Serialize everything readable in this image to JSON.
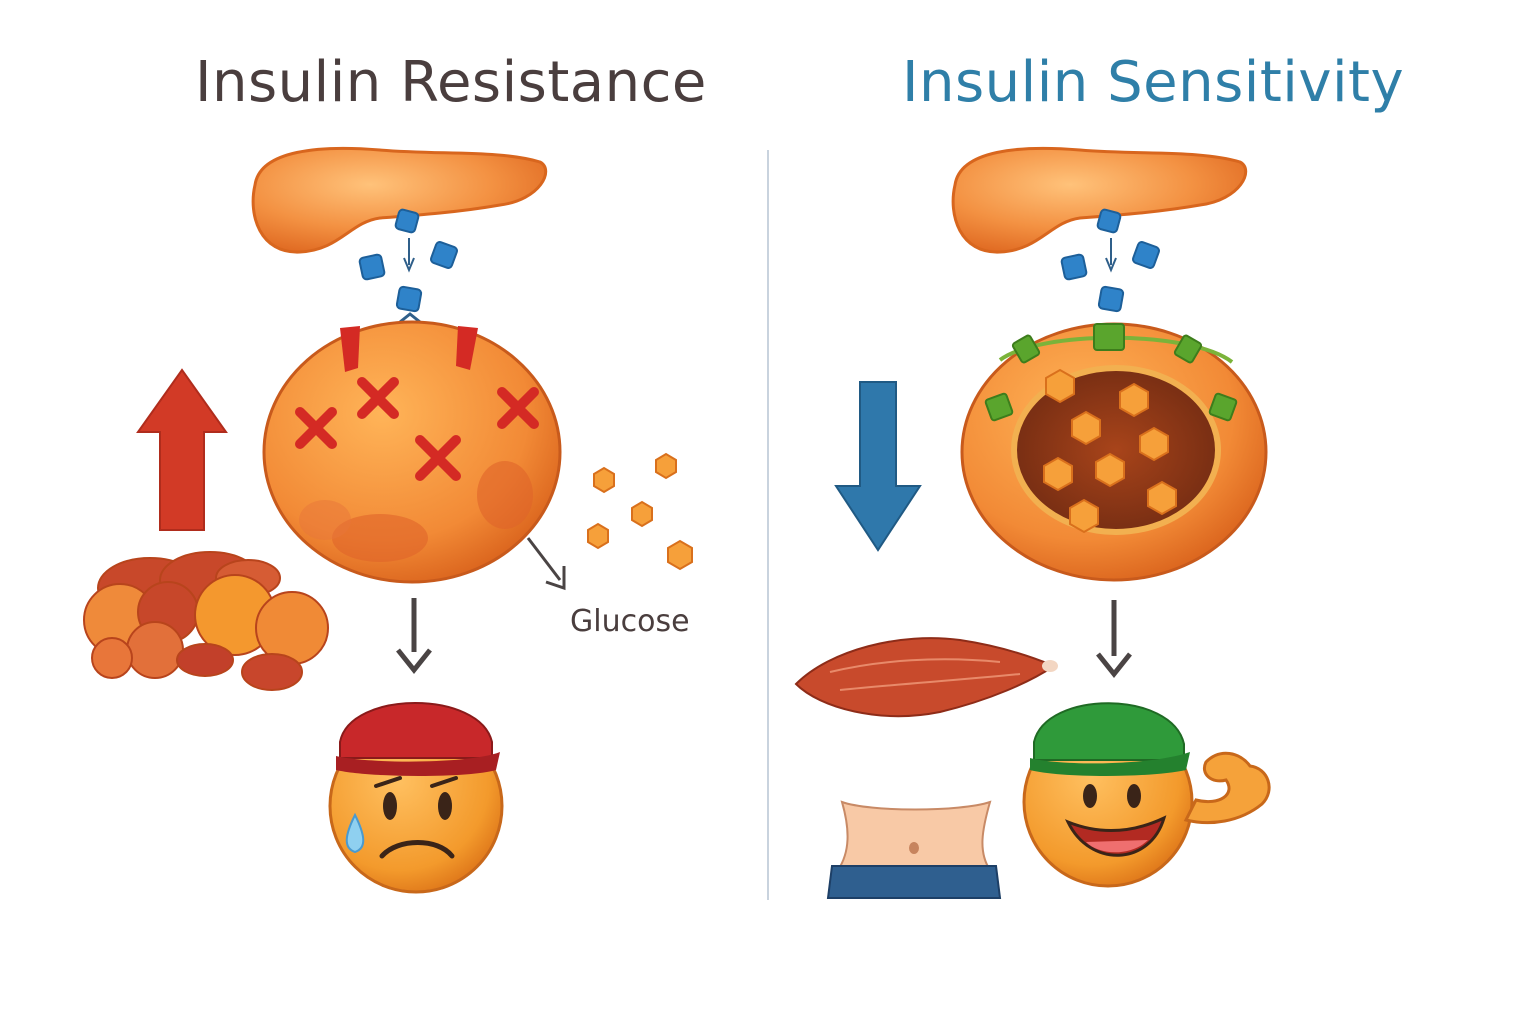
{
  "panels": {
    "left": {
      "title": "Insulin Resistance",
      "title_color": "#4a3e3e",
      "trend": "up"
    },
    "right": {
      "title": "Insulin Sensitivity",
      "title_color": "#2f7fa8",
      "trend": "down"
    }
  },
  "labels": {
    "glucose": "Glucose"
  },
  "colors": {
    "organ": "#f08a3a",
    "insulin": "#2f83c9",
    "block_mark": "#d42a24",
    "receptor_open": "#5aa52d",
    "up_arrow": "#d23a26",
    "down_arrow": "#2f78ab",
    "cap_sad": "#c8282a",
    "cap_happy": "#2f9a3a"
  }
}
